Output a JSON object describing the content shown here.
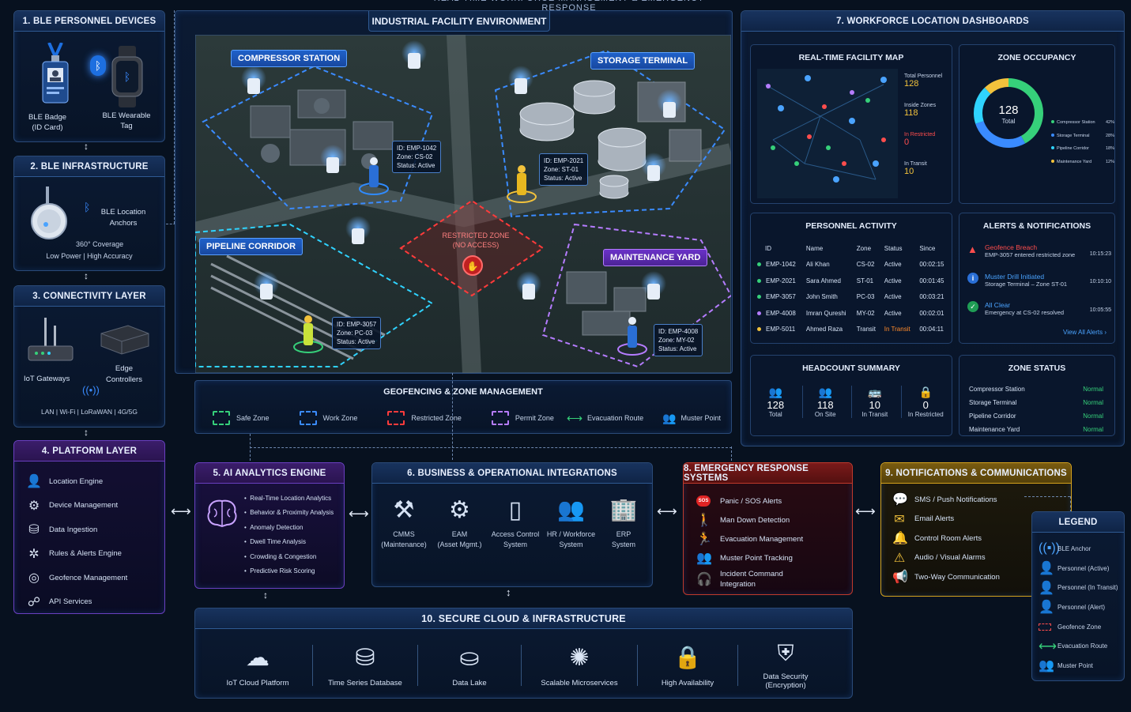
{
  "top_title": "REAL-TIME WORKFORCE MANAGEMENT & EMERGENCY RESPONSE",
  "p1": {
    "title": "1. BLE PERSONNEL DEVICES",
    "badge_l1": "BLE Badge",
    "badge_l2": "(ID Card)",
    "wear_l1": "BLE Wearable",
    "wear_l2": "Tag"
  },
  "p2": {
    "title": "2. BLE INFRASTRUCTURE",
    "anchor_l1": "BLE Location",
    "anchor_l2": "Anchors",
    "coverage": "360° Coverage",
    "power": "Low Power  |  High Accuracy"
  },
  "p3": {
    "title": "3. CONNECTIVITY LAYER",
    "gw": "IoT Gateways",
    "edge_l1": "Edge",
    "edge_l2": "Controllers",
    "links": "LAN  |  Wi-Fi  |  LoRaWAN  |  4G/5G"
  },
  "p4": {
    "title": "4. PLATFORM LAYER",
    "items": [
      "Location Engine",
      "Device Management",
      "Data Ingestion",
      "Rules & Alerts Engine",
      "Geofence Management",
      "API Services"
    ]
  },
  "facility": {
    "title": "INDUSTRIAL FACILITY ENVIRONMENT",
    "compressor": "COMPRESSOR STATION",
    "storage": "STORAGE TERMINAL",
    "pipeline": "PIPELINE CORRIDOR",
    "maintenance": "MAINTENANCE YARD",
    "restricted_l1": "RESTRICTED ZONE",
    "restricted_l2": "(NO ACCESS)",
    "w1": {
      "id": "ID: EMP-1042",
      "zone": "Zone: CS-02",
      "status": "Status: Active"
    },
    "w2": {
      "id": "ID: EMP-2021",
      "zone": "Zone: ST-01",
      "status": "Status: Active"
    },
    "w3": {
      "id": "ID: EMP-3057",
      "zone": "Zone: PC-03",
      "status": "Status: Active"
    },
    "w4": {
      "id": "ID: EMP-4008",
      "zone": "Zone: MY-02",
      "status": "Status: Active"
    }
  },
  "geo": {
    "title": "GEOFENCING & ZONE MANAGEMENT",
    "items": [
      "Safe Zone",
      "Work Zone",
      "Restricted Zone",
      "Permit Zone",
      "Evacuation Route",
      "Muster Point"
    ]
  },
  "p7": {
    "title": "7. WORKFORCE LOCATION DASHBOARDS",
    "map": {
      "title": "REAL-TIME FACILITY MAP",
      "total_label": "Total Personnel",
      "total": "128",
      "inside_label": "Inside Zones",
      "inside": "118",
      "restricted_label": "In Restricted",
      "restricted": "0",
      "transit_label": "In Transit",
      "transit": "10"
    },
    "occ": {
      "title": "ZONE OCCUPANCY",
      "center": "128",
      "center_label": "Total",
      "legend": [
        {
          "name": "Compressor Station",
          "pct": "42%"
        },
        {
          "name": "Storage Terminal",
          "pct": "28%"
        },
        {
          "name": "Pipeline Corridor",
          "pct": "18%"
        },
        {
          "name": "Maintenance Yard",
          "pct": "12%"
        }
      ]
    },
    "activity": {
      "title": "PERSONNEL ACTIVITY",
      "headers": [
        "ID",
        "Name",
        "Zone",
        "Status",
        "Since"
      ],
      "rows": [
        [
          "EMP-1042",
          "Ali Khan",
          "CS-02",
          "Active",
          "00:02:15"
        ],
        [
          "EMP-2021",
          "Sara Ahmed",
          "ST-01",
          "Active",
          "00:01:45"
        ],
        [
          "EMP-3057",
          "John Smith",
          "PC-03",
          "Active",
          "00:03:21"
        ],
        [
          "EMP-4008",
          "Imran Qureshi",
          "MY-02",
          "Active",
          "00:02:01"
        ],
        [
          "EMP-5011",
          "Ahmed Raza",
          "Transit",
          "In Transit",
          "00:04:11"
        ]
      ]
    },
    "alerts": {
      "title": "ALERTS & NOTIFICATIONS",
      "items": [
        {
          "title": "Geofence Breach",
          "desc": "EMP-3057 entered restricted zone",
          "time": "10:15:23"
        },
        {
          "title": "Muster Drill Initiated",
          "desc": "Storage Terminal – Zone ST-01",
          "time": "10:10:10"
        },
        {
          "title": "All Clear",
          "desc": "Emergency at CS-02 resolved",
          "time": "10:05:55"
        }
      ],
      "view_all": "View All Alerts  ›"
    },
    "headcount": {
      "title": "HEADCOUNT SUMMARY",
      "items": [
        {
          "value": "128",
          "label": "Total"
        },
        {
          "value": "118",
          "label": "On Site"
        },
        {
          "value": "10",
          "label": "In Transit"
        },
        {
          "value": "0",
          "label": "In Restricted"
        }
      ]
    },
    "zone_status": {
      "title": "ZONE STATUS",
      "rows": [
        [
          "Compressor Station",
          "Normal"
        ],
        [
          "Storage Terminal",
          "Normal"
        ],
        [
          "Pipeline Corridor",
          "Normal"
        ],
        [
          "Maintenance Yard",
          "Normal"
        ]
      ]
    }
  },
  "p5": {
    "title": "5. AI ANALYTICS ENGINE",
    "items": [
      "Real-Time Location Analytics",
      "Behavior & Proximity Analysis",
      "Anomaly Detection",
      "Dwell Time Analysis",
      "Crowding & Congestion",
      "Predictive Risk Scoring"
    ]
  },
  "p6": {
    "title": "6. BUSINESS & OPERATIONAL INTEGRATIONS",
    "items": [
      {
        "l1": "CMMS",
        "l2": "(Maintenance)"
      },
      {
        "l1": "EAM",
        "l2": "(Asset Mgmt.)"
      },
      {
        "l1": "Access Control",
        "l2": "System"
      },
      {
        "l1": "HR / Workforce",
        "l2": "System"
      },
      {
        "l1": "ERP",
        "l2": "System"
      }
    ]
  },
  "p8": {
    "title": "8. EMERGENCY RESPONSE SYSTEMS",
    "sos": "SOS",
    "items": [
      "Panic / SOS Alerts",
      "Man Down Detection",
      "Evacuation Management",
      "Muster Point Tracking",
      "Incident Command",
      "Integration"
    ]
  },
  "p9": {
    "title": "9. NOTIFICATIONS & COMMUNICATIONS",
    "items": [
      "SMS / Push Notifications",
      "Email Alerts",
      "Control Room Alerts",
      "Audio / Visual Alarms",
      "Two-Way Communication"
    ]
  },
  "legend": {
    "title": "LEGEND",
    "items": [
      "BLE Anchor",
      "Personnel (Active)",
      "Personnel (In Transit)",
      "Personnel (Alert)",
      "Geofence Zone",
      "Evacuation Route",
      "Muster Point"
    ]
  },
  "p10": {
    "title": "10. SECURE CLOUD & INFRASTRUCTURE",
    "items": [
      {
        "l1": "IoT Cloud Platform",
        "l2": ""
      },
      {
        "l1": "Time Series Database",
        "l2": ""
      },
      {
        "l1": "Data Lake",
        "l2": ""
      },
      {
        "l1": "Scalable Microservices",
        "l2": ""
      },
      {
        "l1": "High Availability",
        "l2": ""
      },
      {
        "l1": "Data Security",
        "l2": "(Encryption)"
      }
    ]
  },
  "colors": {
    "accent": "#2fd3ff",
    "active": "#36d07a",
    "transit": "#f2c23c",
    "alert": "#ff4d4d",
    "purple": "#b57cff"
  }
}
